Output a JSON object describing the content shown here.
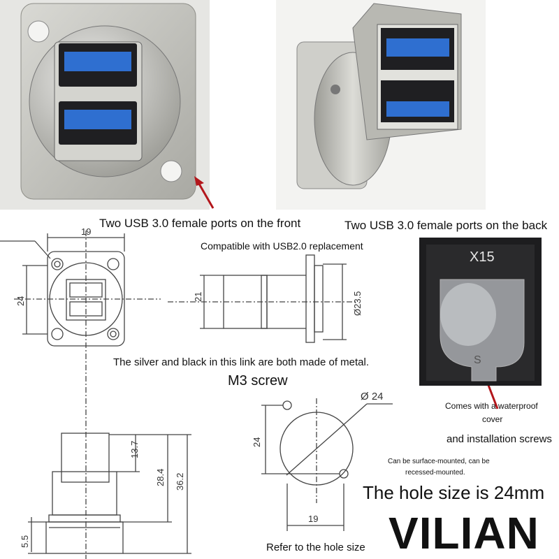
{
  "captions": {
    "front_ports": "Two USB 3.0 female ports on the front",
    "back_ports": "Two USB 3.0 female ports on the back",
    "compatible": "Compatible with USB2.0 replacement",
    "metal_note": "The silver and black in this link are both made of metal.",
    "m3_screw": "M3 screw",
    "waterproof_line1": "Comes with a waterproof",
    "waterproof_line2": "cover",
    "install_screws": "and installation screws",
    "mount_line1": "Can be surface-mounted, can be",
    "mount_line2": "recessed-mounted.",
    "hole_size": "The hole size is 24mm",
    "refer_hole": "Refer to the hole size",
    "brand": "VILIAN"
  },
  "cover_photo": {
    "model_label": "X15",
    "lower_label": "S"
  },
  "dimensions": {
    "front_width": "19",
    "front_height": "24",
    "side_height": "21",
    "side_diameter": "Ø23.5",
    "rear_upper": "13.7",
    "rear_middle": "28.4",
    "rear_total": "36.2",
    "rear_flange": "5.5",
    "cutout_diameter": "Ø 24",
    "cutout_height": "24",
    "cutout_width": "19"
  },
  "colors": {
    "usb_blue": "#2f6fd0",
    "arrow_red": "#b3161b",
    "metal": "#c9c9c4"
  }
}
